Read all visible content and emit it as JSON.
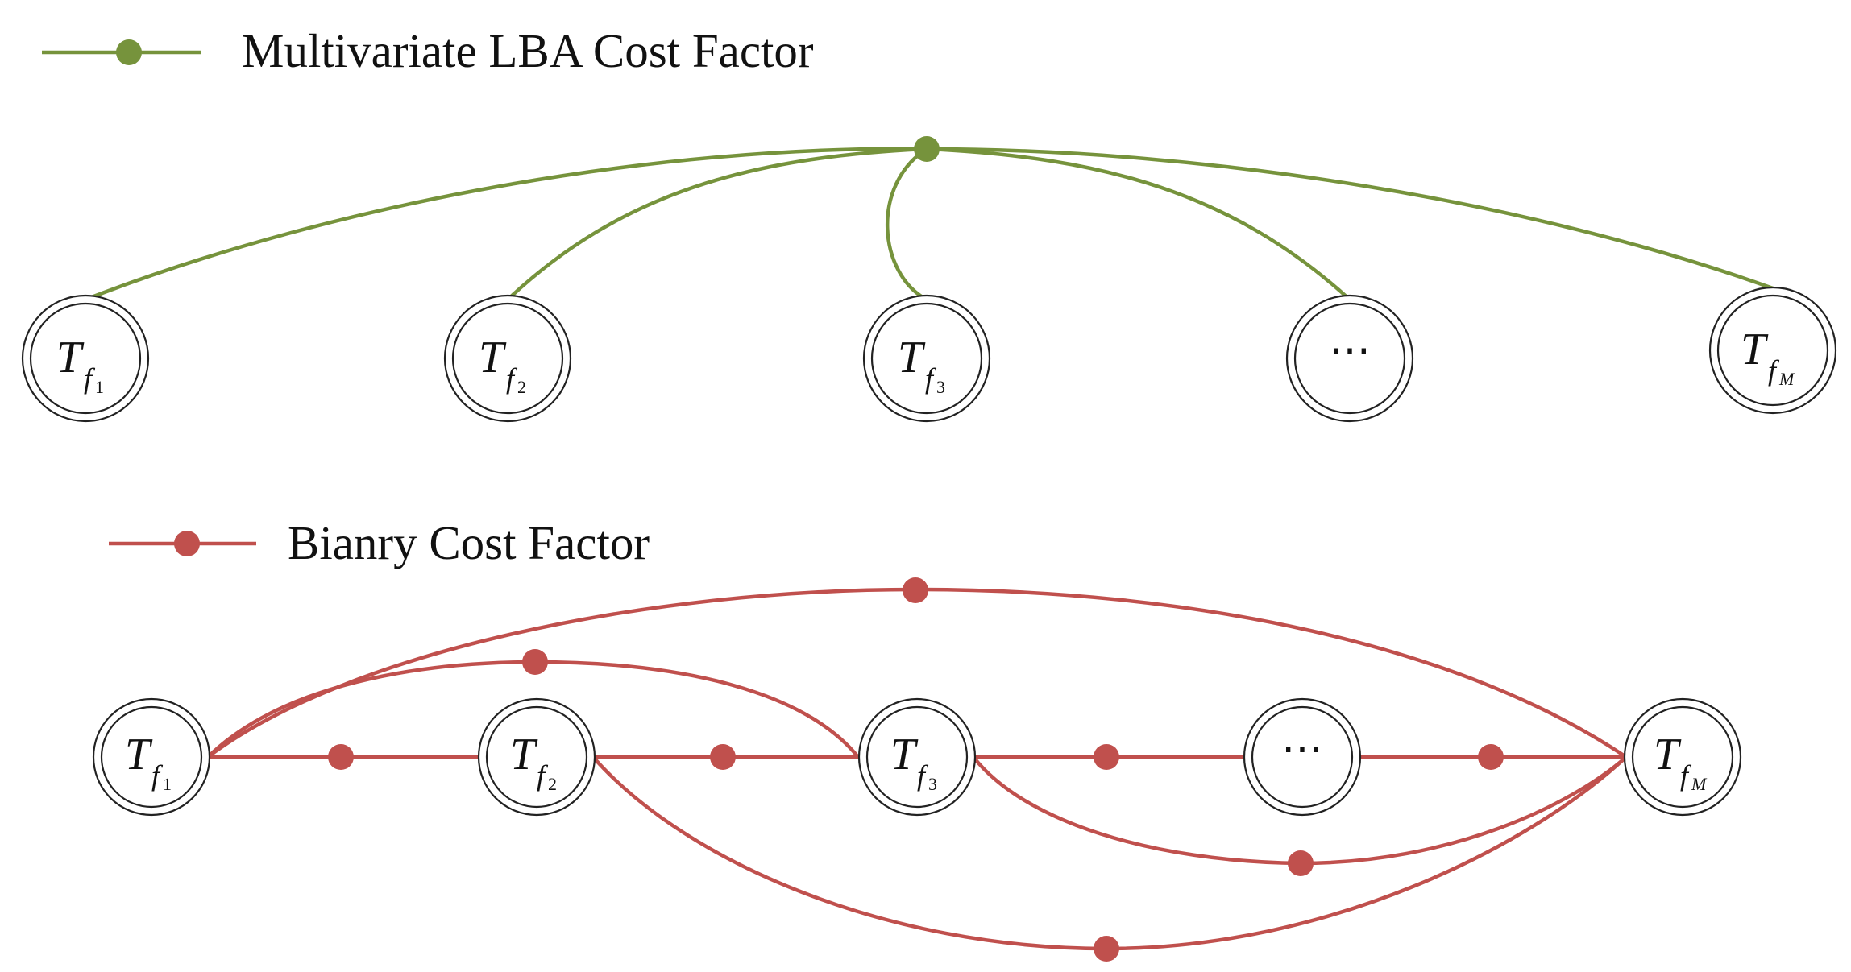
{
  "colors": {
    "multivariate": "#76933C",
    "binary": "#C0504D",
    "node_stroke": "#222222"
  },
  "legend": {
    "multivariate_label": "Multivariate LBA Cost Factor",
    "binary_label": "Bianry Cost Factor"
  },
  "node_labels": {
    "T": "T",
    "f": "f",
    "sub1": "1",
    "sub2": "2",
    "sub3": "3",
    "subM": "M",
    "ellipsis": "⋯"
  },
  "top_graph": {
    "nodes": [
      "T_f1",
      "T_f2",
      "T_f3",
      "ellipsis",
      "T_fM"
    ],
    "factor": {
      "type": "multivariate",
      "connects": [
        "T_f1",
        "T_f2",
        "T_f3",
        "ellipsis",
        "T_fM"
      ]
    }
  },
  "bottom_graph": {
    "nodes": [
      "T_f1",
      "T_f2",
      "T_f3",
      "ellipsis",
      "T_fM"
    ],
    "factors": [
      {
        "type": "binary",
        "connects": [
          "T_f1",
          "T_f2"
        ]
      },
      {
        "type": "binary",
        "connects": [
          "T_f2",
          "T_f3"
        ]
      },
      {
        "type": "binary",
        "connects": [
          "T_f3",
          "ellipsis"
        ]
      },
      {
        "type": "binary",
        "connects": [
          "ellipsis",
          "T_fM"
        ]
      },
      {
        "type": "binary",
        "connects": [
          "T_f1",
          "T_f3"
        ]
      },
      {
        "type": "binary",
        "connects": [
          "T_f1",
          "T_fM"
        ]
      },
      {
        "type": "binary",
        "connects": [
          "T_f3",
          "T_fM"
        ]
      },
      {
        "type": "binary",
        "connects": [
          "T_f2",
          "T_fM"
        ]
      }
    ]
  }
}
